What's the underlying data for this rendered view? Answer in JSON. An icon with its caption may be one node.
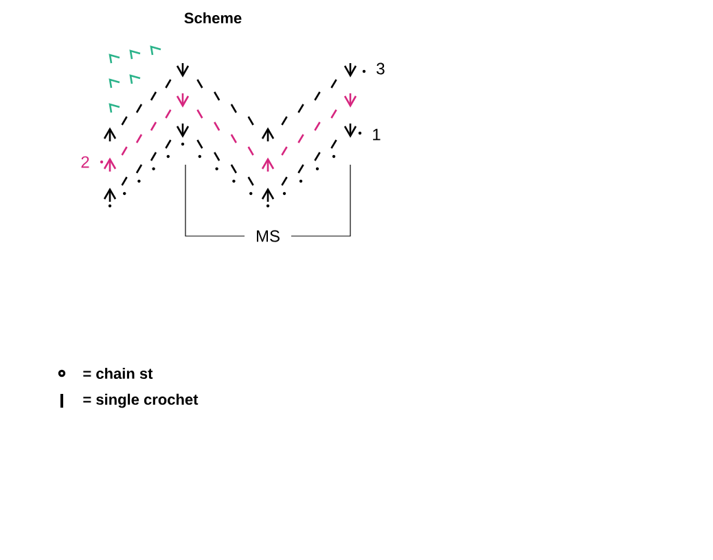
{
  "diagram": {
    "title": "Scheme",
    "labels": [
      "3",
      "1",
      "2",
      "MS"
    ],
    "legend": [
      {
        "text": "= chain st"
      },
      {
        "text": "= single crochet"
      }
    ]
  }
}
